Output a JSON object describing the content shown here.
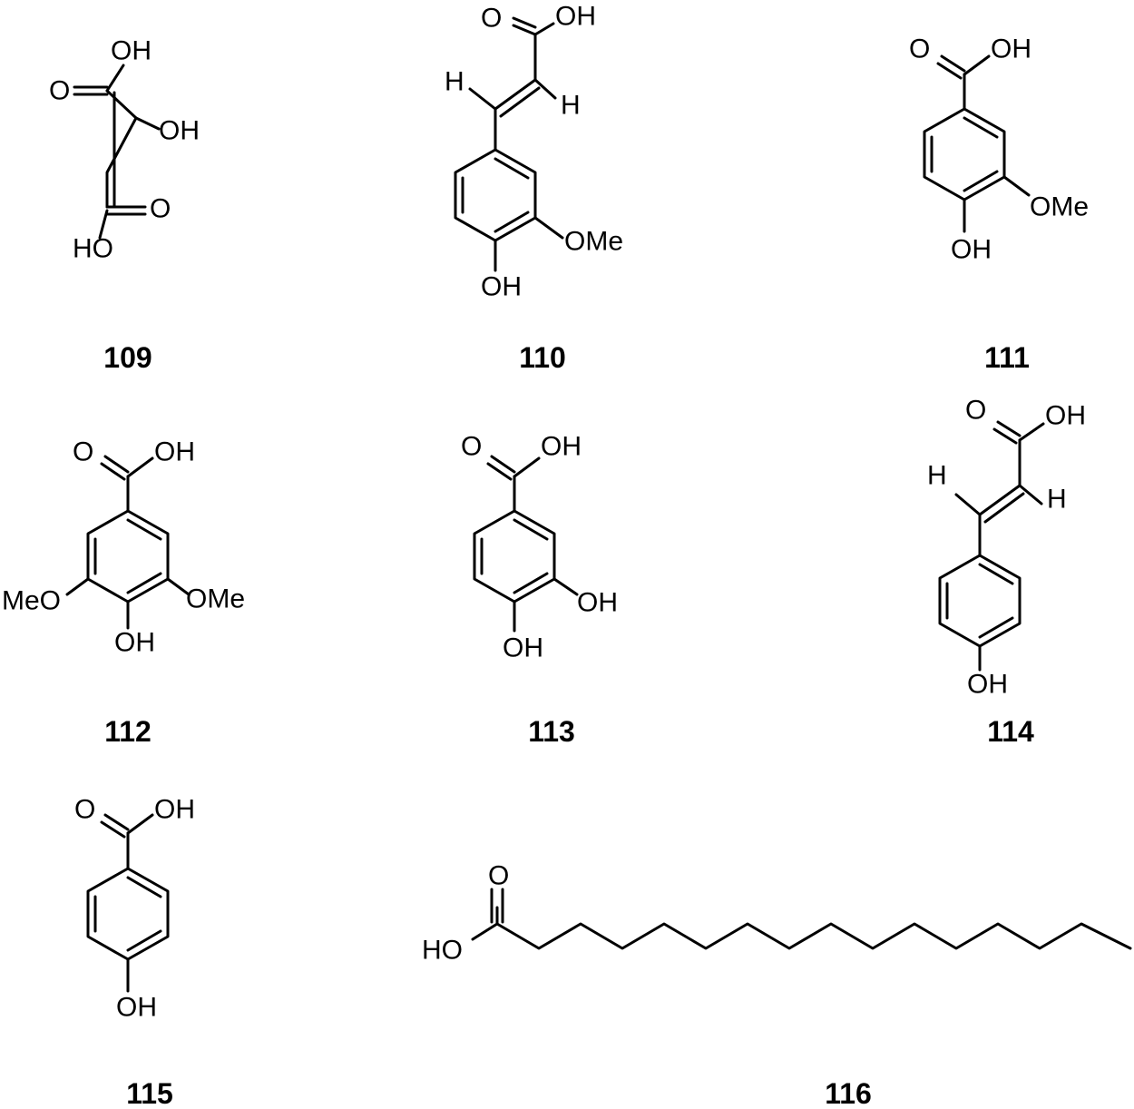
{
  "compounds": [
    {
      "id": "109",
      "atom_labels": [
        "OH",
        "O",
        "OH",
        "O",
        "HO"
      ]
    },
    {
      "id": "110",
      "atom_labels": [
        "O",
        "OH",
        "H",
        "H",
        "OMe",
        "OH"
      ]
    },
    {
      "id": "111",
      "atom_labels": [
        "O",
        "OH",
        "OMe",
        "OH"
      ]
    },
    {
      "id": "112",
      "atom_labels": [
        "O",
        "OH",
        "MeO",
        "OMe",
        "OH"
      ]
    },
    {
      "id": "113",
      "atom_labels": [
        "O",
        "OH",
        "OH",
        "OH"
      ]
    },
    {
      "id": "114",
      "atom_labels": [
        "O",
        "OH",
        "H",
        "H",
        "OH"
      ]
    },
    {
      "id": "115",
      "atom_labels": [
        "O",
        "OH",
        "OH"
      ]
    },
    {
      "id": "116",
      "atom_labels": [
        "O",
        "HO"
      ]
    }
  ]
}
